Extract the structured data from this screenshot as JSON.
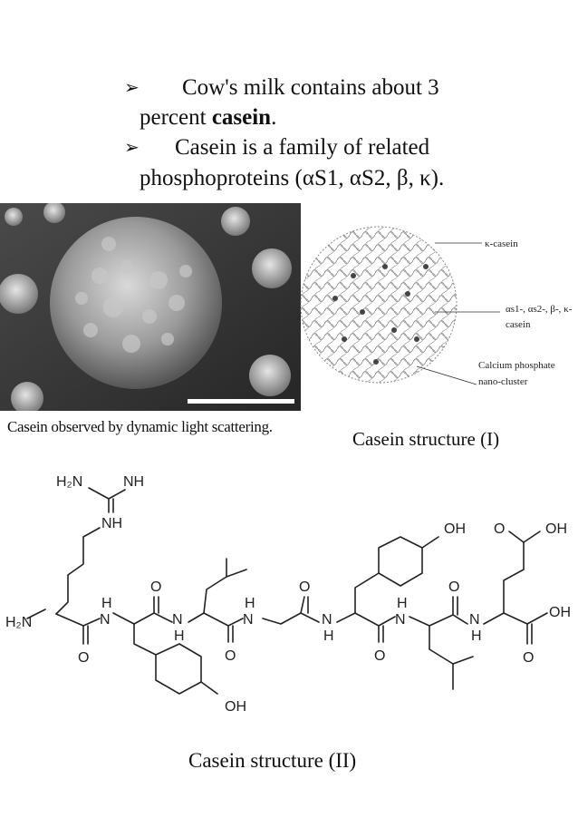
{
  "bullets": [
    {
      "arrow": "➢",
      "line1": "Cow's milk contains about 3",
      "line2_pre": "percent ",
      "line2_bold": "casein",
      "line2_post": "."
    },
    {
      "arrow": "➢",
      "line1": "Casein is a family of related",
      "line2": "phosphoproteins (αS1, αS2, β, κ)."
    }
  ],
  "figures": {
    "micrograph_caption": "Casein observed by dynamic light scattering.",
    "structure1_caption": "Casein structure (I)",
    "structure2_caption": "Casein structure (II)",
    "micelle_labels": {
      "kappa": "κ-casein",
      "mixed_line1": "αs1-, αs2-, β-, κ-",
      "mixed_line2": "casein",
      "calcium_line1": "Calcium phosphate",
      "calcium_line2": "nano-cluster"
    }
  },
  "chem_labels": {
    "h2n_top": "H₂N",
    "nh_top": "NH",
    "nh_guan": "NH",
    "h2n_left": "H₂N",
    "oh_tyr1": "OH",
    "oh_tyr2": "OH",
    "oh_glu_side": "OH",
    "oh_c_term": "OH",
    "o": "O",
    "n": "N",
    "h": "H"
  }
}
